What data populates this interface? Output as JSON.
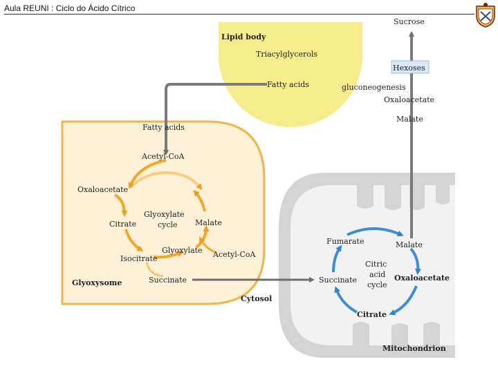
{
  "header": {
    "title": "Aula REUNI : Ciclo do Ácido Cítrico"
  },
  "colors": {
    "lipid": "#f7ec8c",
    "glyoxysome": "#fdf2d8",
    "glyoxysome_border": "#f0b44a",
    "mito": "#d6d6d6",
    "mito_inner": "#f2f2f2",
    "orange_arrow": "#f5a623",
    "blue_arrow": "#3a8fd8",
    "gray_arrow": "#7a7a7a",
    "hexoses_box": "#d8e8f5"
  },
  "labels": {
    "lipid_body": "Lipid body",
    "triacylglycerols": "Triacylglycerols",
    "fatty_acids_lipid": "Fatty acids",
    "sucrose": "Sucrose",
    "hexoses": "Hexoses",
    "gluconeogenesis": "gluconeogenesis",
    "oxaloacetate_cyto": "Oxaloacetate",
    "malate_cyto": "Malate",
    "fatty_acids_glyox": "Fatty acids",
    "acetyl_coa_top": "Acetyl-CoA",
    "oxaloacetate_glyox": "Oxaloacetate",
    "citrate_glyox": "Citrate",
    "glyoxylate_cycle_1": "Glyoxylate",
    "glyoxylate_cycle_2": "cycle",
    "malate_glyox": "Malate",
    "isocitrate": "Isocitrate",
    "glyoxylate": "Glyoxylate",
    "acetyl_coa_right": "Acetyl-CoA",
    "glyoxysome": "Glyoxysome",
    "succinate_glyox": "Succinate",
    "cytosol": "Cytosol",
    "fumarate": "Fumarate",
    "malate_mito": "Malate",
    "citric_1": "Citric",
    "citric_2": "acid",
    "citric_3": "cycle",
    "succinate_mito": "Succinate",
    "oxaloacetate_mito": "Oxaloacetate",
    "citrate_mito": "Citrate",
    "mitochondrion": "Mitochondrion"
  }
}
